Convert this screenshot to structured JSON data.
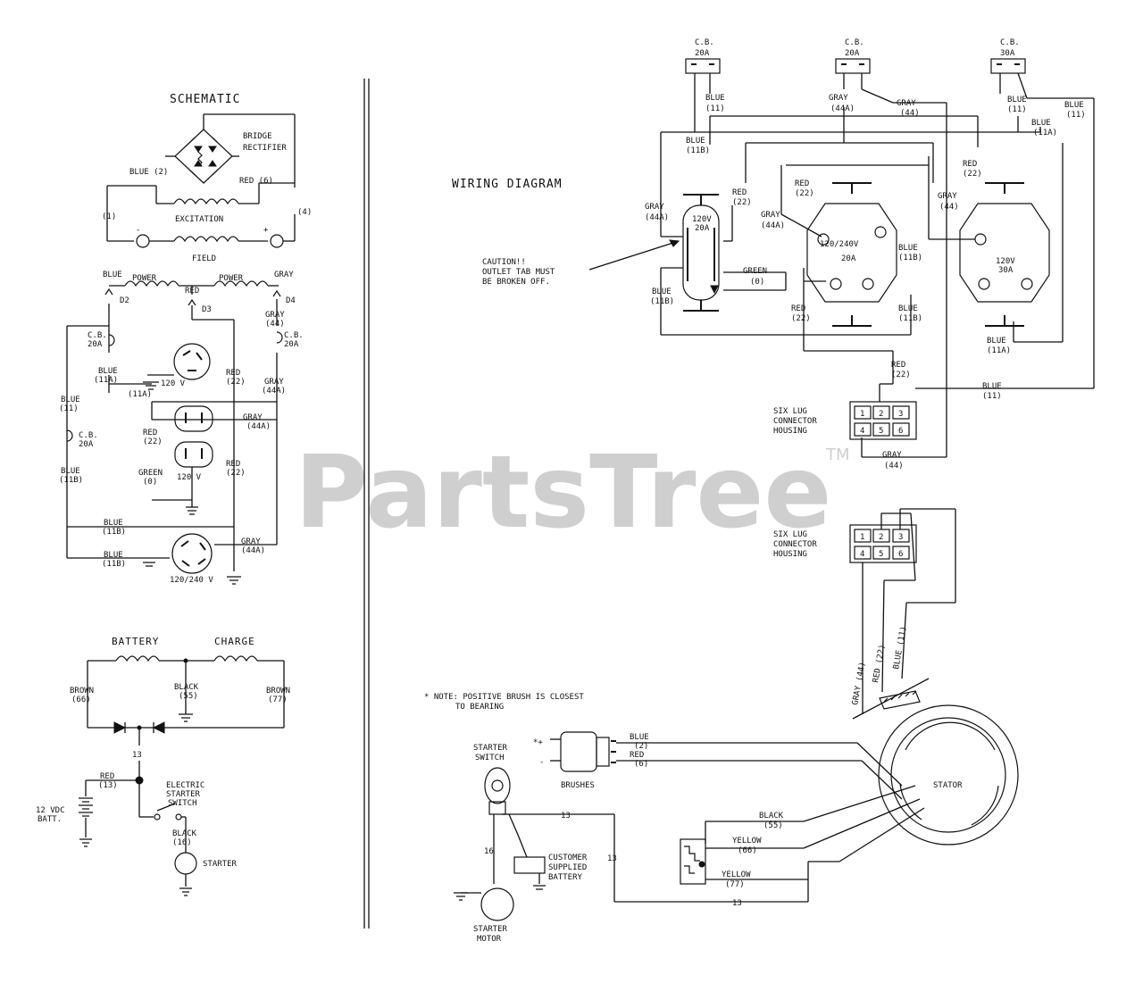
{
  "watermark": {
    "brand": "PartsTree",
    "trademark": "TM"
  },
  "schematic": {
    "title": "SCHEMATIC",
    "bridge_label_1": "BRIDGE",
    "bridge_label_2": "RECTIFIER",
    "blue2": "BLUE (2)",
    "red6": "RED (6)",
    "excitation": "EXCITATION",
    "field": "FIELD",
    "w1": "(1)",
    "w4": "(4)",
    "minus": "-",
    "plus": "+",
    "power": "POWER",
    "blue": "BLUE",
    "red": "RED",
    "gray": "GRAY",
    "d2": "D2",
    "d3": "D3",
    "d4": "D4",
    "gray44": "(44)",
    "cb": "C.B.",
    "cb20a": "20A",
    "blue11a": "(11A)",
    "v120": "120 V",
    "red22": "(22)",
    "gray44a": "(44A)",
    "blue11": "(11)",
    "blue11b": "(11B)",
    "green": "GREEN",
    "green0": "(0)",
    "v120240": "120/240 V"
  },
  "battery_circuit": {
    "battery": "BATTERY",
    "charge": "CHARGE",
    "brown": "BROWN",
    "brown66": "(66)",
    "black": "BLACK",
    "black55": "(55)",
    "brown77": "(77)",
    "n13": "13",
    "red": "RED",
    "red13": "(13)",
    "electric": "ELECTRIC",
    "starter": "STARTER",
    "switch": "SWITCH",
    "vdc": "12 VDC",
    "batt": "BATT.",
    "black16": "(16)"
  },
  "wiring": {
    "title": "WIRING DIAGRAM",
    "cb": "C.B.",
    "cb20a": "20A",
    "cb30a": "30A",
    "blue": "BLUE",
    "gray": "GRAY",
    "red": "RED",
    "green": "GREEN",
    "w11": "(11)",
    "w11a": "(11A)",
    "w11b": "(11B)",
    "w22": "(22)",
    "w44": "(44)",
    "w44a": "(44A)",
    "w0": "(0)",
    "r120_20_a": "120V",
    "r120_20_b": "20A",
    "r240_a": "120/240V",
    "r240_b": "20A",
    "r120_30_a": "120V",
    "r120_30_b": "30A",
    "caution_1": "CAUTION!!",
    "caution_2": "OUTLET TAB MUST",
    "caution_3": "BE BROKEN OFF.",
    "six_lug_1": "SIX LUG",
    "six_lug_2": "CONNECTOR",
    "six_lug_3": "HOUSING",
    "pins": [
      "1",
      "2",
      "3",
      "4",
      "5",
      "6"
    ],
    "stator_gray": "GRAY (44)",
    "stator_red": "RED (22)",
    "stator_blue": "BLUE (11)",
    "note_1": "* NOTE: POSITIVE BRUSH IS CLOSEST",
    "note_2": "TO BEARING",
    "starter_switch_1": "STARTER",
    "starter_switch_2": "SWITCH",
    "brushes": "BRUSHES",
    "blue2_a": "BLUE",
    "blue2_b": "(2)",
    "red6_a": "RED",
    "red6_b": "(6)",
    "stator": "STATOR",
    "black": "BLACK",
    "black55": "(55)",
    "yellow": "YELLOW",
    "yellow66": "(66)",
    "yellow77": "(77)",
    "n13": "13",
    "n16": "16",
    "customer_1": "CUSTOMER",
    "customer_2": "SUPPLIED",
    "customer_3": "BATTERY",
    "starter_motor_1": "STARTER",
    "starter_motor_2": "MOTOR",
    "brush_pos": "*+",
    "brush_neg": "-"
  }
}
